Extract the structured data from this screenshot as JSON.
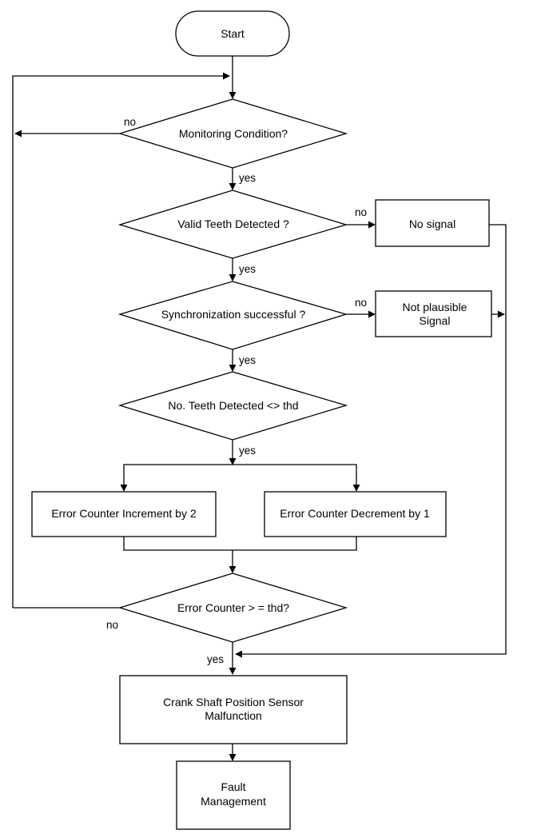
{
  "nodes": {
    "start": {
      "label": "Start"
    },
    "monitoring": {
      "label": "Monitoring Condition?"
    },
    "valid_teeth": {
      "label": "Valid Teeth Detected  ?"
    },
    "no_signal": {
      "label": "No signal"
    },
    "sync": {
      "label": "Synchronization successful ?"
    },
    "not_plausible": {
      "line1": "Not plausible",
      "line2": "Signal"
    },
    "teeth_thd": {
      "label": "No. Teeth Detected <> thd"
    },
    "increment": {
      "label": "Error Counter Increment by 2"
    },
    "decrement": {
      "label": "Error Counter Decrement by 1"
    },
    "counter_thd": {
      "label": "Error Counter > = thd?"
    },
    "malfunction": {
      "line1": "Crank Shaft Position Sensor",
      "line2": "Malfunction"
    },
    "fault": {
      "line1": "Fault",
      "line2": "Management"
    }
  },
  "edge_labels": {
    "monitoring_no": "no",
    "monitoring_yes": "yes",
    "valid_no": "no",
    "valid_yes": "yes",
    "sync_no": "no",
    "sync_yes": "yes",
    "teeth_yes": "yes",
    "counter_no": "no",
    "counter_yes": "yes"
  },
  "colors": {
    "line": "#000000",
    "background": "#ffffff"
  }
}
